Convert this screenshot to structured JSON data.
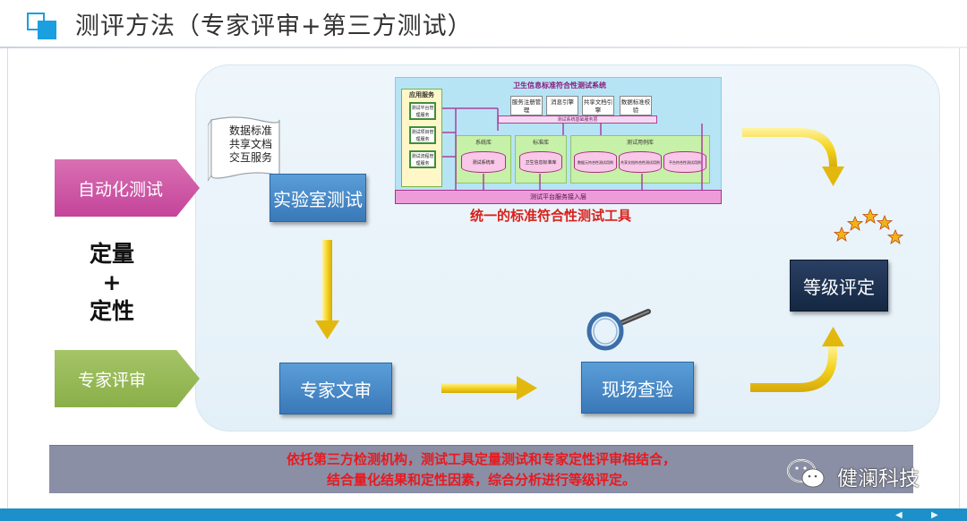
{
  "header": {
    "title": "测评方法（专家评审+第三方测试）"
  },
  "method": {
    "auto_test": "自动化测试",
    "expert_review": "专家评审",
    "quant": "定量",
    "plus": "+",
    "qual": "定性"
  },
  "doc_note": {
    "lines": [
      "数据标准",
      "共享文档",
      "交互服务"
    ]
  },
  "process": {
    "lab_test": "实验室测试",
    "doc_review": "专家文审",
    "site_check": "现场查验",
    "grading": "等级评定"
  },
  "platform": {
    "title": "卫生信息标准符合性测试系统",
    "app_service": "应用服务",
    "app_items": [
      "测试平台管理服务",
      "测试项目管理服务",
      "测试流程管理服务"
    ],
    "modules": [
      "服务注册管理",
      "消息引擎",
      "共享文档引擎",
      "数据标准校验"
    ],
    "bus": "测试系统基础服务层",
    "system_lib": "系统库",
    "standard_lib": "标准库",
    "case_lib": "测试用例库",
    "system_lib_db": "测试系统库",
    "standard_lib_db": "卫生信息标准库",
    "case_dbs": [
      "数据元符合性测试用例",
      "共享文档符合性测试用例",
      "平台符合性测试用例"
    ],
    "access_layer": "测试平台服务接入层",
    "caption": "统一的标准符合性测试工具"
  },
  "summary": {
    "line1": "依托第三方检测机构，测试工具定量测试和专家定性评审相结合，",
    "line2": "结合量化结果和定性因素，综合分析进行等级评定。"
  },
  "watermark": "健澜科技",
  "footer": {
    "prev": "◀",
    "next": "▶"
  },
  "colors": {
    "accent_blue": "#1a9fe0",
    "auto_tag": "#c4449a",
    "expert_tag": "#8aaf48",
    "process_box": "#3a78b8",
    "grade_box": "#142843",
    "arrow_yellow": "#f2d11b",
    "caption_red": "#d9201a",
    "banner": "#8a8fa6"
  },
  "icons": [
    "magnifier-icon",
    "stars-icon",
    "wechat-icon",
    "yellow-arrow-icon"
  ]
}
